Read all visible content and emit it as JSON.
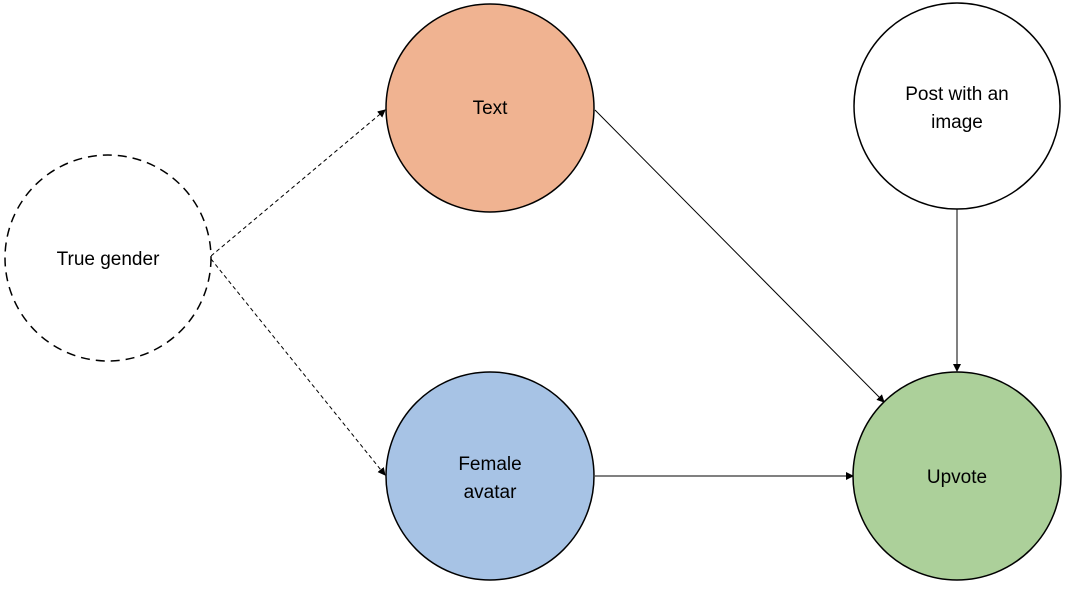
{
  "nodes": {
    "true_gender": {
      "lines": [
        "True gender"
      ],
      "style": "dashed",
      "fill": "#ffffff"
    },
    "text": {
      "lines": [
        "Text"
      ],
      "style": "solid",
      "fill": "#f0b391"
    },
    "female_avatar": {
      "lines": [
        "Female",
        "avatar"
      ],
      "style": "solid",
      "fill": "#a7c3e5"
    },
    "post_with_image": {
      "lines": [
        "Post with an",
        "image"
      ],
      "style": "solid",
      "fill": "#ffffff"
    },
    "upvote": {
      "lines": [
        "Upvote"
      ],
      "style": "solid",
      "fill": "#acd09a"
    }
  },
  "edges": [
    {
      "from": "true_gender",
      "to": "text",
      "style": "dashed"
    },
    {
      "from": "true_gender",
      "to": "female_avatar",
      "style": "dashed"
    },
    {
      "from": "text",
      "to": "upvote",
      "style": "solid"
    },
    {
      "from": "female_avatar",
      "to": "upvote",
      "style": "solid"
    },
    {
      "from": "post_with_image",
      "to": "upvote",
      "style": "solid"
    }
  ]
}
